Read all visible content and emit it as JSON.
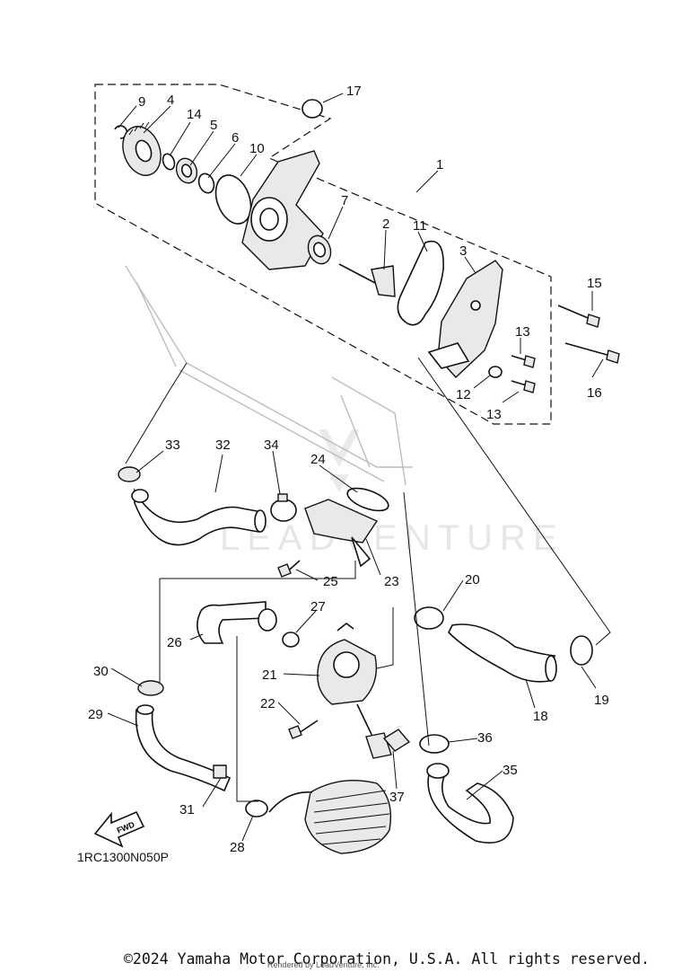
{
  "callouts": [
    "1",
    "2",
    "3",
    "4",
    "5",
    "6",
    "7",
    "9",
    "10",
    "11",
    "12",
    "13",
    "13",
    "14",
    "15",
    "16",
    "17",
    "18",
    "19",
    "20",
    "21",
    "22",
    "23",
    "24",
    "25",
    "26",
    "27",
    "28",
    "29",
    "30",
    "31",
    "32",
    "33",
    "34",
    "35",
    "36",
    "37"
  ],
  "fwd_label": "FWD",
  "diagram_code": "1RC1300N050P",
  "watermark": "LEADVENTURE",
  "copyright": "©2024 Yamaha Motor Corporation, U.S.A. All rights reserved.",
  "rendered_by": "Rendered by LeadVenture, Inc.",
  "colors": {
    "line": "#111111",
    "watermark": "#e6e6e6",
    "background": "#ffffff"
  }
}
